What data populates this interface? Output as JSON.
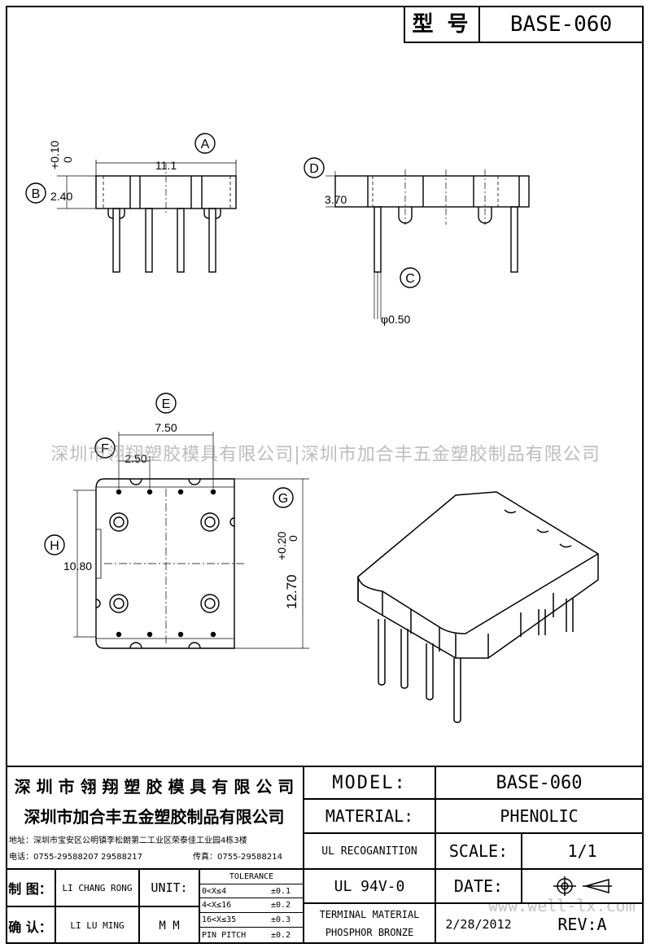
{
  "header": {
    "label": "型 号",
    "model": "BASE-060"
  },
  "watermark": {
    "text": "深圳市翎翔塑胶模具有限公司|深圳市加合丰五金塑胶制品有限公司",
    "url": "www.well-lx.com"
  },
  "dims": {
    "a": "A",
    "b": "B",
    "c": "C",
    "d": "D",
    "e": "E",
    "f": "F",
    "g": "G",
    "h": "H",
    "width_11_1": "11.1",
    "height_2_40": "2.40",
    "tol_010": "+0.10",
    "tol_0": "0",
    "d_3_70": "3.70",
    "pin_050": "φ0.50",
    "e_7_50": "7.50",
    "f_2_50": "2.50",
    "h_10_80": "10.80",
    "g_12_70": "12.70",
    "tol_020": "+0.20",
    "tol_0b": "0"
  },
  "title_block": {
    "company1": "深 圳 市 翎 翔 塑 胶 模 具 有 限 公 司",
    "company2": "深圳市加合丰五金塑胶制品有限公司",
    "address": "地址：深圳市宝安区公明镇李松朗第二工业区荣泰佳工业园4栋3楼",
    "phone": "电话：0755-29588207  29588217",
    "fax": "传真：0755-29588214",
    "model_label": "MODEL:",
    "model_value": "BASE-060",
    "material_label": "MATERIAL:",
    "material_value": "PHENOLIC",
    "ul_label": "UL RECOGANITION",
    "scale_label": "SCALE:",
    "scale_value": "1/1",
    "ul_value": "UL 94V-0",
    "date_label": "DATE:",
    "terminal_label": "TERMINAL MATERIAL",
    "terminal_value": "PHOSPHOR  BRONZE",
    "date_value": "2/28/2012",
    "rev_label": "REV:A",
    "drawn_label": "制 图：",
    "drawn_name": "LI CHANG RONG",
    "check_label": "确 认：",
    "check_name": "LI LU MING",
    "unit_label": "UNIT:",
    "unit_value": "M M",
    "tolerance_title": "TOLERANCE",
    "tol_rows": [
      {
        "range": "0<X≤4",
        "value": "±0.1"
      },
      {
        "range": "4<X≤16",
        "value": "±0.2"
      },
      {
        "range": "16<X≤35",
        "value": "±0.3"
      },
      {
        "range": "PIN PITCH",
        "value": "±0.2"
      }
    ]
  }
}
